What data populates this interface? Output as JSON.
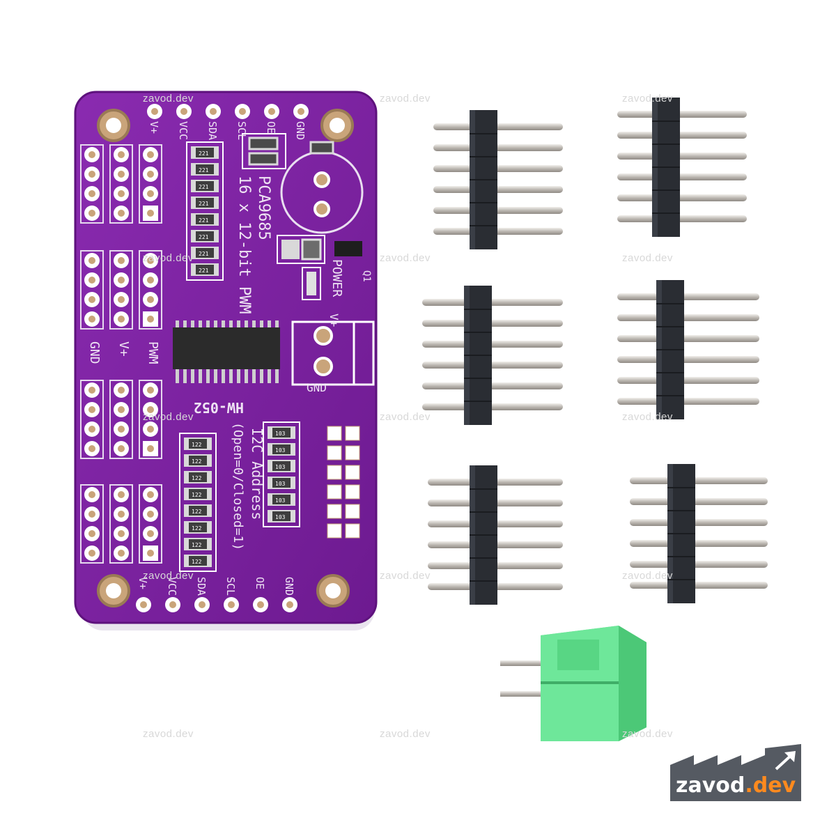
{
  "watermark": "zavod.dev",
  "logo": {
    "brand": "zavod",
    "tld": ".dev"
  },
  "board": {
    "chip_title": "PCA9685",
    "subtitle": "16 x 12-bit PWM",
    "model": "HW-052",
    "i2c_title": "I2C Address",
    "i2c_note": "(Open=0/Closed=1)",
    "power_label": "POWER",
    "q1_label": "Q1",
    "vplus_terminal": "V+",
    "gnd_terminal": "GND",
    "top_pins": [
      "V+",
      "VCC",
      "SDA",
      "SCL",
      "OE",
      "GND"
    ],
    "bottom_pins": [
      "V+",
      "VCC",
      "SDA",
      "SCL",
      "OE",
      "GND"
    ],
    "side_labels": [
      "GND",
      "V+",
      "PWM"
    ],
    "resistor_label_a": "221",
    "resistor_label_b": "122",
    "resistor_label_c": "103"
  },
  "colors": {
    "pcb": "#7a1f9e",
    "pcb_edge": "#5e127d",
    "header": "#2a2d33",
    "pin": "#c9c6c2",
    "terminal": "#5fe08a",
    "logo_bg": "#555a62",
    "logo_accent": "#ff8a1e"
  }
}
